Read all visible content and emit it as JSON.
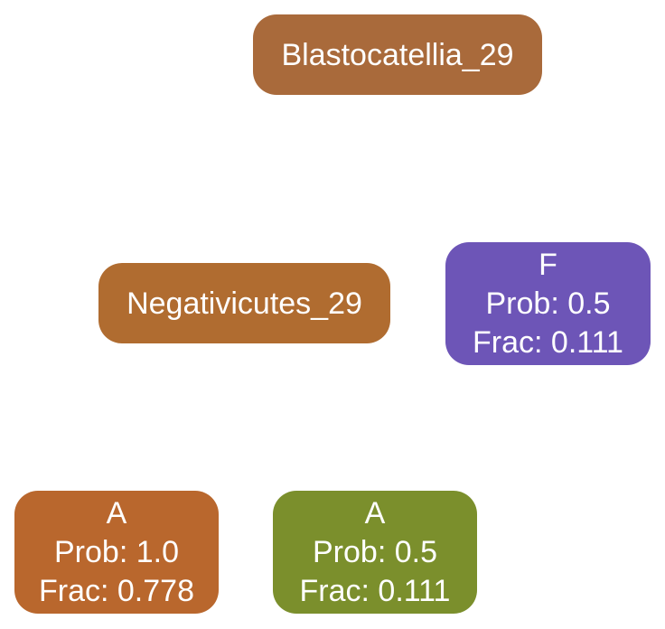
{
  "colors": {
    "blastocatellia": "#a96a3b",
    "negativicutes": "#b06c30",
    "leaf_f": "#6d55b7",
    "leaf_a1": "#b9672d",
    "leaf_a2": "#7b8f2c",
    "text": "#ffffff"
  },
  "nodes": {
    "root": {
      "label": "Blastocatellia_29"
    },
    "mid": {
      "label": "Negativicutes_29"
    },
    "leaf_f": {
      "label": "F",
      "prob": "Prob: 0.5",
      "frac": "Frac: 0.111"
    },
    "leaf_a1": {
      "label": "A",
      "prob": "Prob: 1.0",
      "frac": "Frac: 0.778"
    },
    "leaf_a2": {
      "label": "A",
      "prob": "Prob: 0.5",
      "frac": "Frac: 0.111"
    }
  }
}
